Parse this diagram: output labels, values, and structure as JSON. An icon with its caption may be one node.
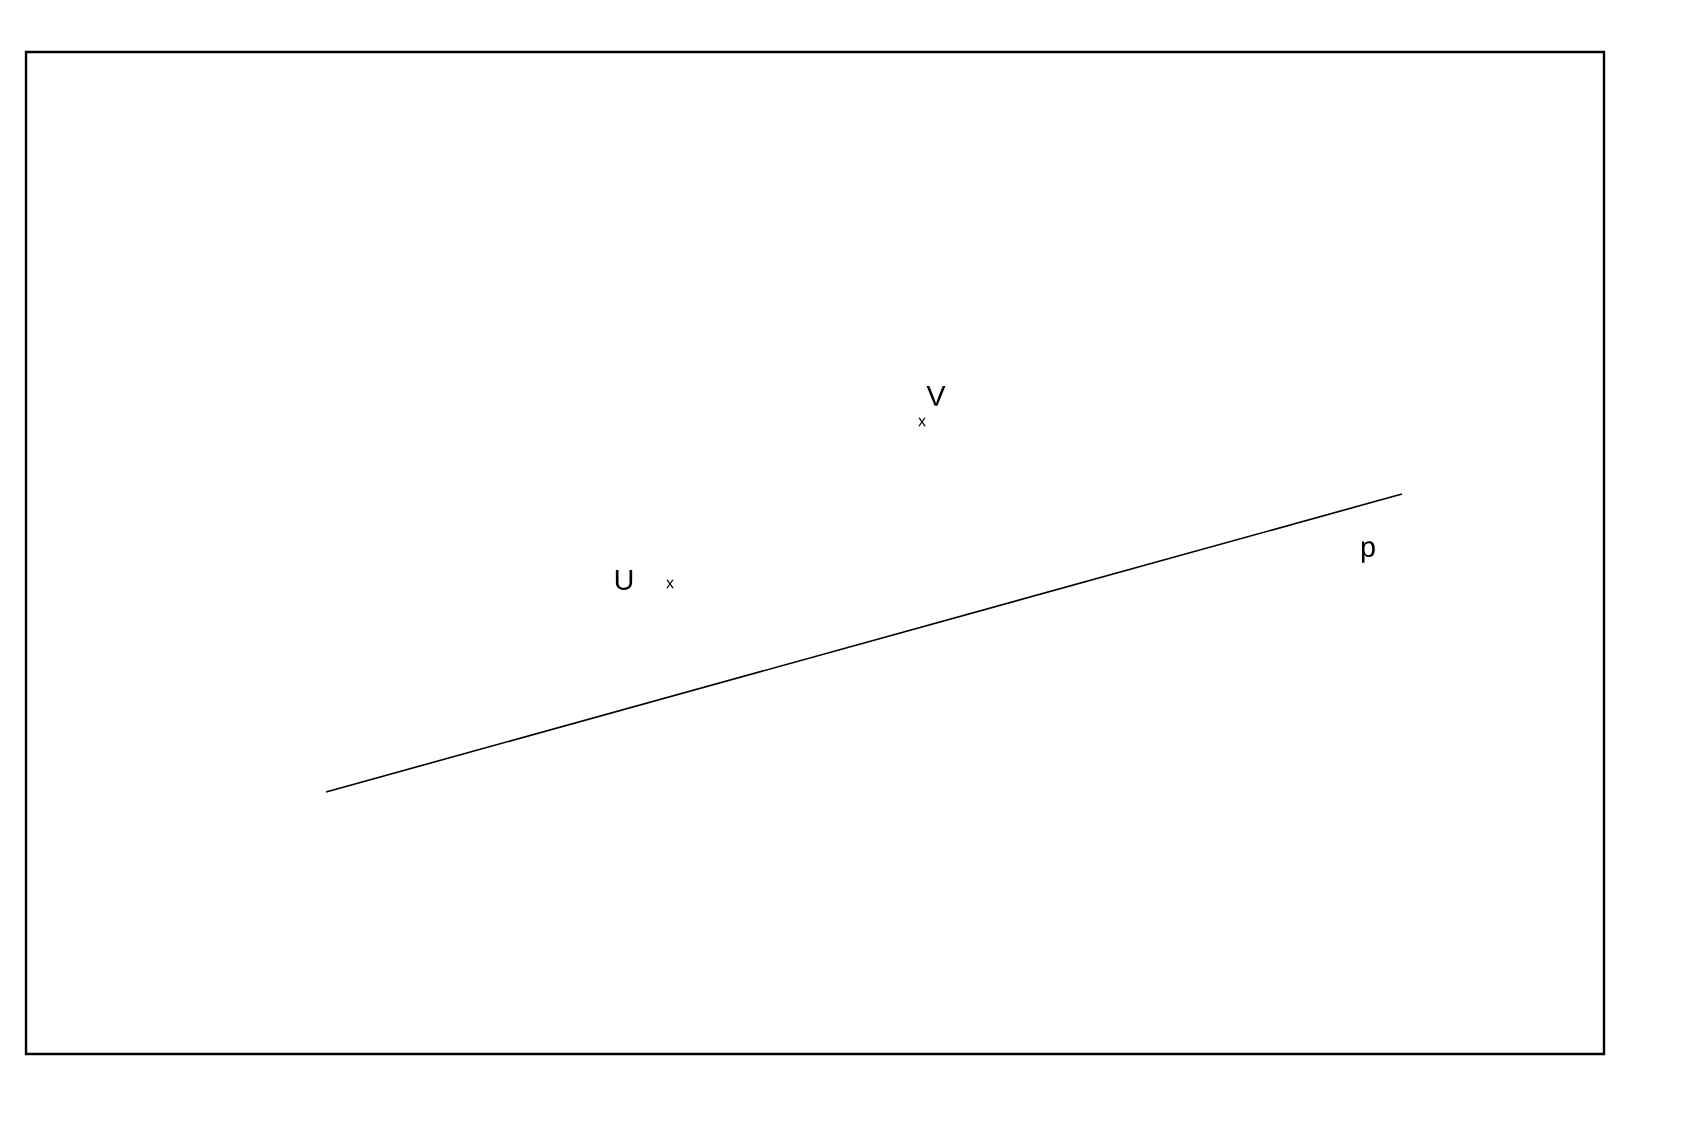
{
  "diagram": {
    "labels": [
      "x",
      "V",
      "U",
      "x",
      "p"
    ]
  }
}
